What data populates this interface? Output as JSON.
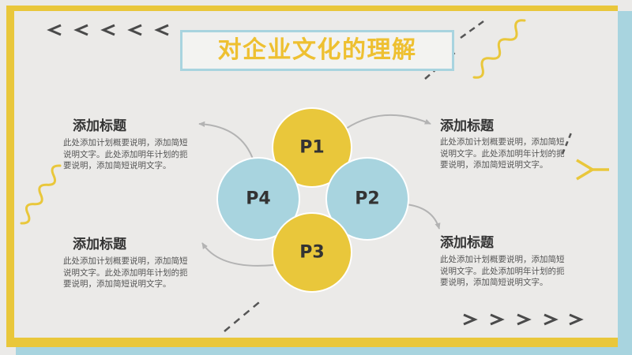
{
  "theme": {
    "background": "#ebeae8",
    "yellow": "#e9c73b",
    "blue": "#a8d4df",
    "title": "#eec031",
    "heading": "#333333",
    "body": "#555555"
  },
  "slide": {
    "title": "对企业文化的理解"
  },
  "diagram": {
    "nodes": [
      {
        "label": "P1",
        "color": "#e9c73b"
      },
      {
        "label": "P2",
        "color": "#a8d4df"
      },
      {
        "label": "P3",
        "color": "#e9c73b"
      },
      {
        "label": "P4",
        "color": "#a8d4df"
      }
    ]
  },
  "blocks": [
    {
      "heading": "添加标题",
      "body_lines": [
        "此处添加计划概要说明，添加简短",
        "说明文字。此处添加明年计划的扼",
        "要说明，添加简短说明文字。"
      ]
    },
    {
      "heading": "添加标题",
      "body_lines": [
        "此处添加计划概要说明，添加简短",
        "说明文字。此处添加明年计划的扼",
        "要说明，添加简短说明文字。"
      ]
    },
    {
      "heading": "添加标题",
      "body_lines": [
        "此处添加计划概要说明，添加简短",
        "说明文字。此处添加明年计划的扼",
        "要说明，添加简短说明文字。"
      ]
    },
    {
      "heading": "添加标题",
      "body_lines": [
        "此处添加计划概要说明，添加简短",
        "说明文字。此处添加明年计划的扼",
        "要说明，添加简短说明文字。"
      ]
    }
  ]
}
